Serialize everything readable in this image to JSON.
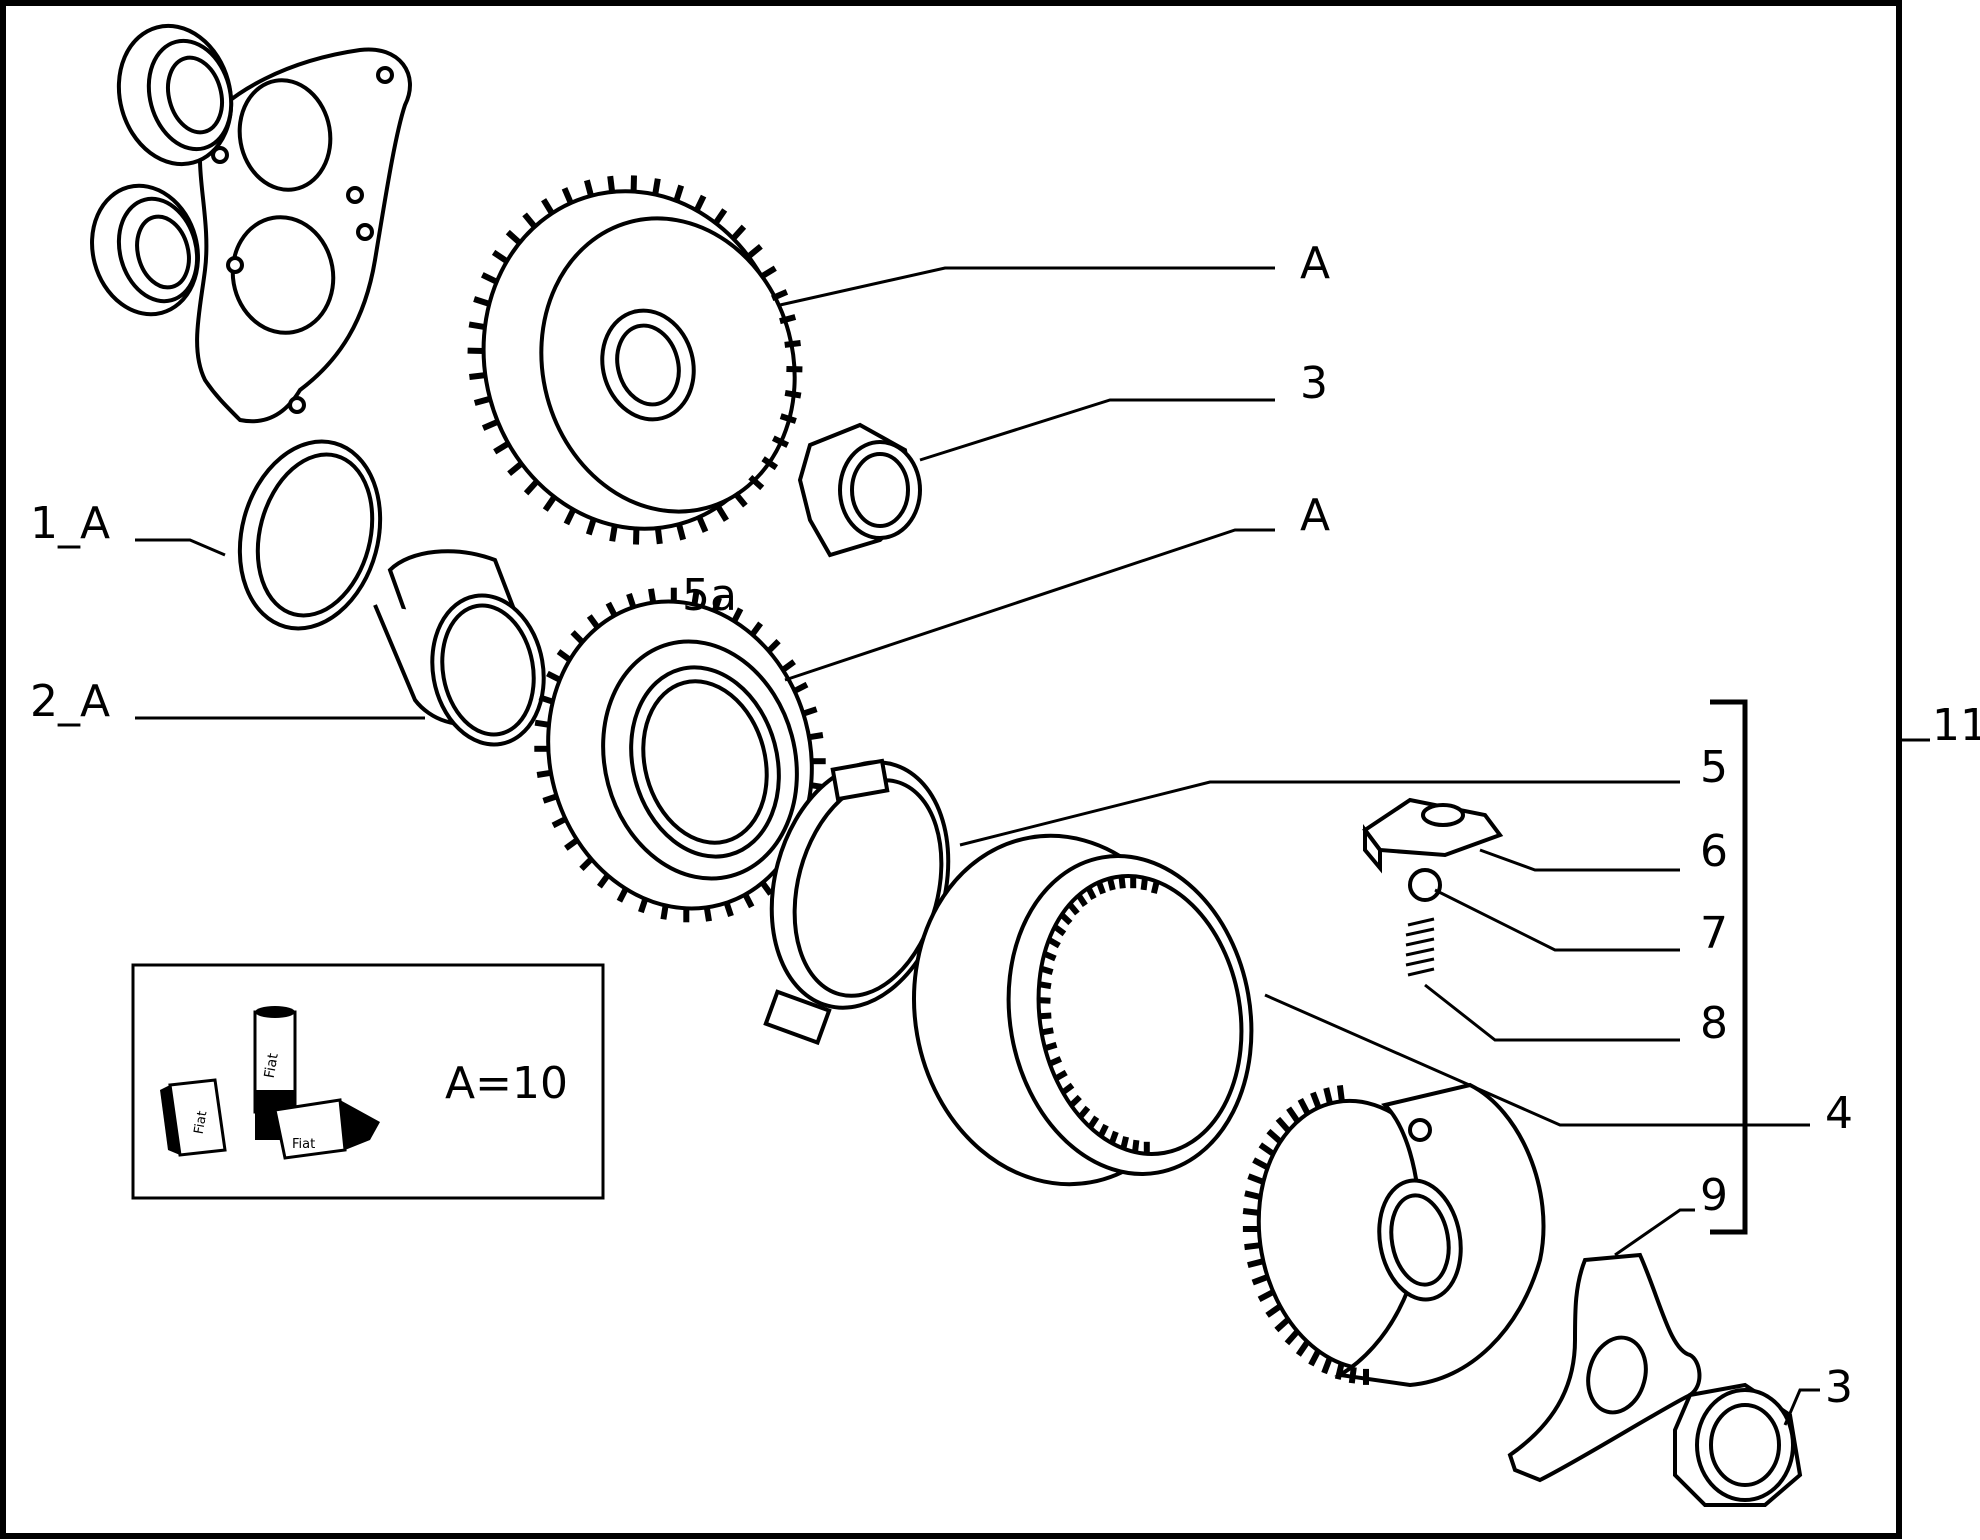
{
  "callouts": {
    "gear_top": "A",
    "nut_top": "3",
    "gear_5a": "A",
    "label_5a": "5a",
    "ring_1": "1_A",
    "sleeve_2": "2_A",
    "sync_ring_5": "5",
    "key_6": "6",
    "ball_7": "7",
    "spring_8": "8",
    "sleeve_4": "4",
    "hub_9": "9",
    "nut_bottom": "3",
    "assembly_11": "11"
  },
  "legend": {
    "formula": "A=10",
    "tube_label": "Fiat",
    "box1_label": "Fiat",
    "box2_label": "Fiat",
    "icon": "sealant-tube-and-boxes-icon"
  }
}
